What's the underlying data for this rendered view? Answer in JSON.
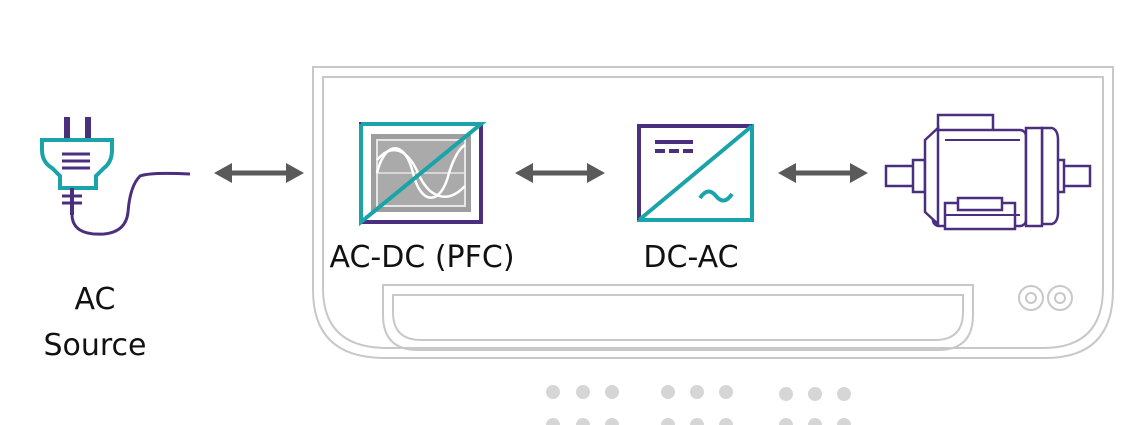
{
  "diagram": {
    "source_label_line1": "AC",
    "source_label_line2": "Source",
    "pfc_label": "AC-DC (PFC)",
    "inverter_label": "DC-AC"
  },
  "colors": {
    "purple": "#4b2f7f",
    "teal": "#1aa3a8",
    "arrow": "#5a5a5a",
    "outline": "#c8c8c8",
    "dots": "#d6d6d6",
    "panel_gray": "#9e9e9e"
  },
  "icons": {
    "source": "power-plug-icon",
    "pfc": "waveform-monitor-icon",
    "inverter": "dc-ac-inverter-icon",
    "motor": "electric-motor-icon"
  }
}
